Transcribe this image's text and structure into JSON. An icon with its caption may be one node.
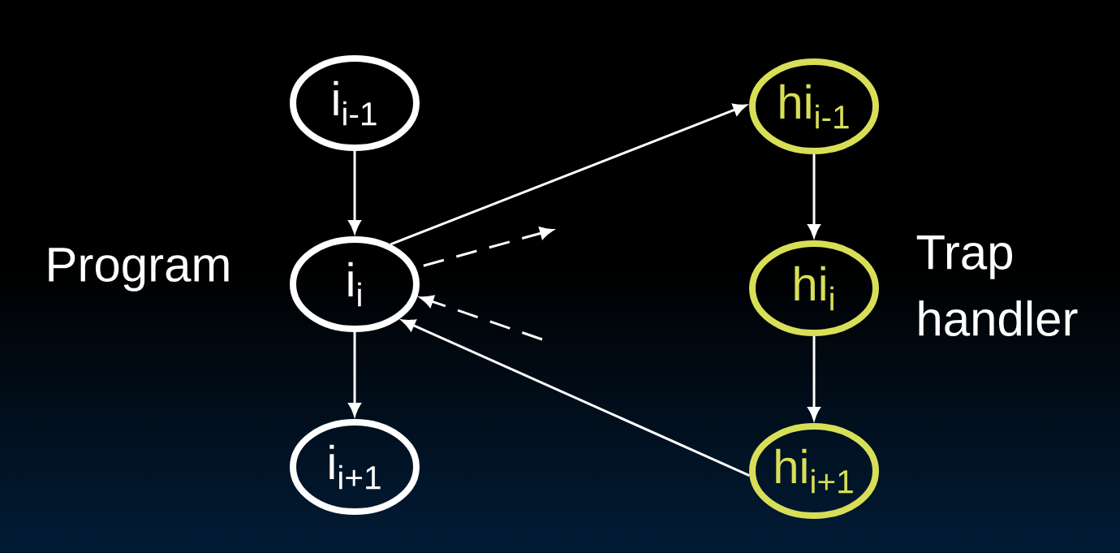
{
  "diagram": {
    "nodes": [
      {
        "text": [
          "i$_{i-1}$"
        ]
      },
      {
        "text": [
          "i$_{i}$"
        ]
      },
      {
        "text": [
          "i$_{i+1}$"
        ]
      },
      {
        "text": [
          "hi$_{i-1}$"
        ]
      },
      {
        "text": [
          "hi$_{i}$"
        ]
      },
      {
        "text": [
          "hi$_{i+1}$"
        ]
      }
    ],
    "edges": [
      {
        "from": 0,
        "to": 1,
        "arrow": "to"
      },
      {
        "from": 1,
        "to": 2,
        "arrow": "to"
      },
      {
        "from": 1,
        "to": 3,
        "arrow": "to"
      },
      {
        "from": 3,
        "to": 4,
        "arrow": "to"
      },
      {
        "from": 4,
        "to": 5,
        "arrow": "to"
      },
      {
        "from": 5,
        "to": 1,
        "arrow": "to"
      },
      {
        "from": 1,
        "to": null,
        "arrow": "to",
        "style": "dashed"
      },
      {
        "from": null,
        "to": 1,
        "arrow": "to",
        "style": "dashed"
      }
    ],
    "labels": [
      "Program",
      "Trap handler"
    ]
  }
}
